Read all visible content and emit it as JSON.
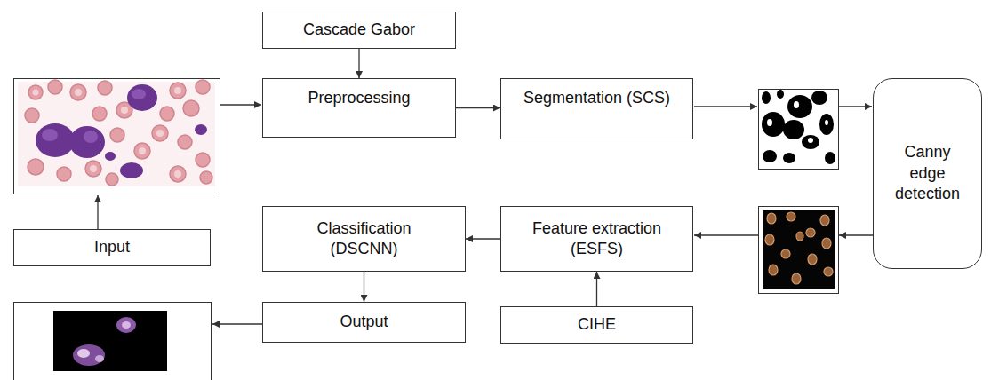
{
  "diagram": {
    "nodes": [
      {
        "text": [
          "Cascade Gabor"
        ]
      },
      {
        "text": [
          "Preprocessing"
        ]
      },
      {
        "text": [
          "Segmentation (SCS)"
        ]
      },
      {
        "text": [
          "Canny edge detection"
        ]
      },
      {
        "text": [
          "Classification (DSCNN)"
        ]
      },
      {
        "text": [
          "Feature extraction (ESFS)"
        ]
      },
      {
        "text": [
          "Input"
        ]
      },
      {
        "text": [
          "Output"
        ]
      },
      {
        "text": [
          "CIHE"
        ]
      }
    ],
    "edges": [
      {
        "from": 0,
        "to": 1,
        "arrow": "to"
      },
      {
        "from": 1,
        "to": 2,
        "arrow": "to"
      },
      {
        "from": 5,
        "to": 4,
        "arrow": "to"
      },
      {
        "from": 8,
        "to": 5,
        "arrow": "to"
      },
      {
        "from": 4,
        "to": 7,
        "arrow": "to"
      }
    ]
  }
}
